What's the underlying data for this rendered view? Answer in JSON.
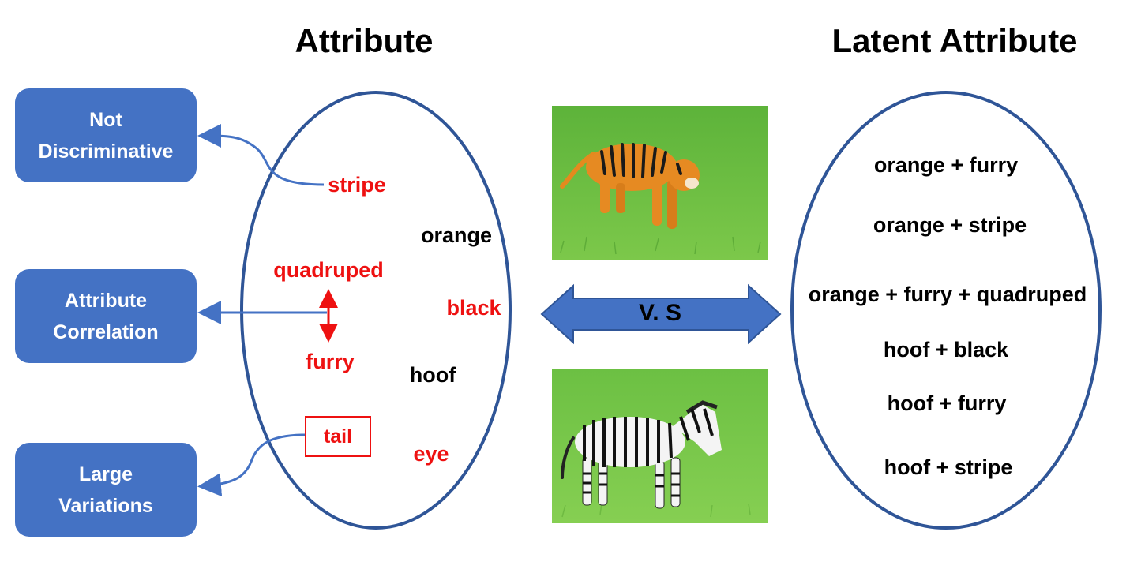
{
  "titles": {
    "left": "Attribute",
    "right": "Latent Attribute"
  },
  "boxes": {
    "not_discriminative": [
      "Not",
      "Discriminative"
    ],
    "attribute_correlation": [
      "Attribute",
      "Correlation"
    ],
    "large_variations": [
      "Large",
      "Variations"
    ]
  },
  "attributes": {
    "stripe": "stripe",
    "orange": "orange",
    "quadruped": "quadruped",
    "black": "black",
    "furry": "furry",
    "hoof": "hoof",
    "tail": "tail",
    "eye": "eye"
  },
  "latent_attributes": [
    "orange + furry",
    "orange + stripe",
    "orange + furry + quadruped",
    "hoof + black",
    "hoof + furry",
    "hoof + stripe"
  ],
  "vs_label": "V. S",
  "colors": {
    "box_fill": "#4472c4",
    "ellipse_stroke": "#2f5597",
    "highlight_red": "#ee1111",
    "arrow_blue": "#4472c4",
    "grass": "#6fbf3f"
  },
  "images": {
    "top": "tiger-photo",
    "bottom": "zebra-photo"
  }
}
